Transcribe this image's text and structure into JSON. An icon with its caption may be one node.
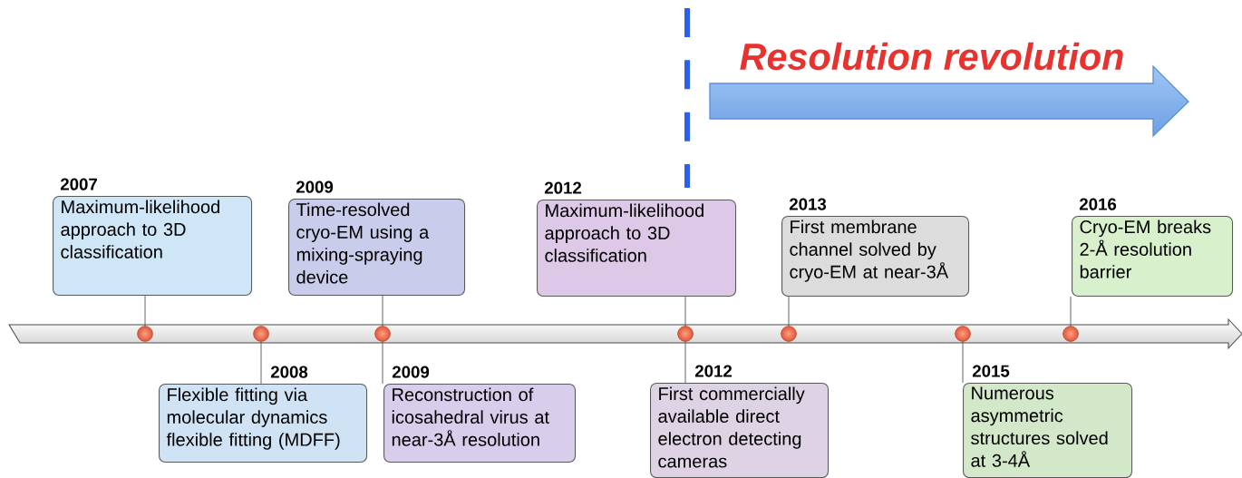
{
  "diagram": {
    "nodes": [
      {
        "text": [
          "2007",
          "Maximum-likelihood approach to 3D classification"
        ]
      },
      {
        "text": [
          "2008",
          "Flexible fitting via molecular dynamics flexible fitting (MDFF)"
        ]
      },
      {
        "text": [
          "2009",
          "Time-resolved cryo-EM using a mixing-spraying device"
        ]
      },
      {
        "text": [
          "2009",
          "Reconstruction of icosahedral virus at near-3Å resolution"
        ]
      },
      {
        "text": [
          "2012",
          "Maximum-likelihood approach to 3D classification"
        ]
      },
      {
        "text": [
          "2012",
          "First commercially available direct electron detecting cameras"
        ]
      },
      {
        "text": [
          "2013",
          "First membrane channel solved by cryo-EM at near-3Å"
        ]
      },
      {
        "text": [
          "2015",
          "Numerous asymmetric structures solved at 3-4Å"
        ]
      },
      {
        "text": [
          "2016",
          "Cryo-EM breaks 2-Å resolution barrier"
        ]
      },
      {
        "text": [],
        "shape": "circle"
      },
      {
        "text": [],
        "shape": "circle"
      },
      {
        "text": [],
        "shape": "circle"
      },
      {
        "text": [],
        "shape": "circle"
      },
      {
        "text": [],
        "shape": "circle"
      },
      {
        "text": [],
        "shape": "circle"
      },
      {
        "text": [],
        "shape": "circle"
      }
    ],
    "edges": [
      {
        "from": 0,
        "to": 9,
        "arrow": "none"
      },
      {
        "from": 1,
        "to": 10,
        "arrow": "none"
      },
      {
        "from": 2,
        "to": 11,
        "arrow": "none"
      },
      {
        "from": 3,
        "to": 11,
        "arrow": "none"
      },
      {
        "from": 4,
        "to": 12,
        "arrow": "none"
      },
      {
        "from": 5,
        "to": 12,
        "arrow": "none"
      },
      {
        "from": 6,
        "to": 13,
        "arrow": "none"
      },
      {
        "from": 7,
        "to": 14,
        "arrow": "none"
      },
      {
        "from": 8,
        "to": 15,
        "arrow": "none"
      }
    ],
    "labels": [
      "Resolution revolution"
    ]
  }
}
